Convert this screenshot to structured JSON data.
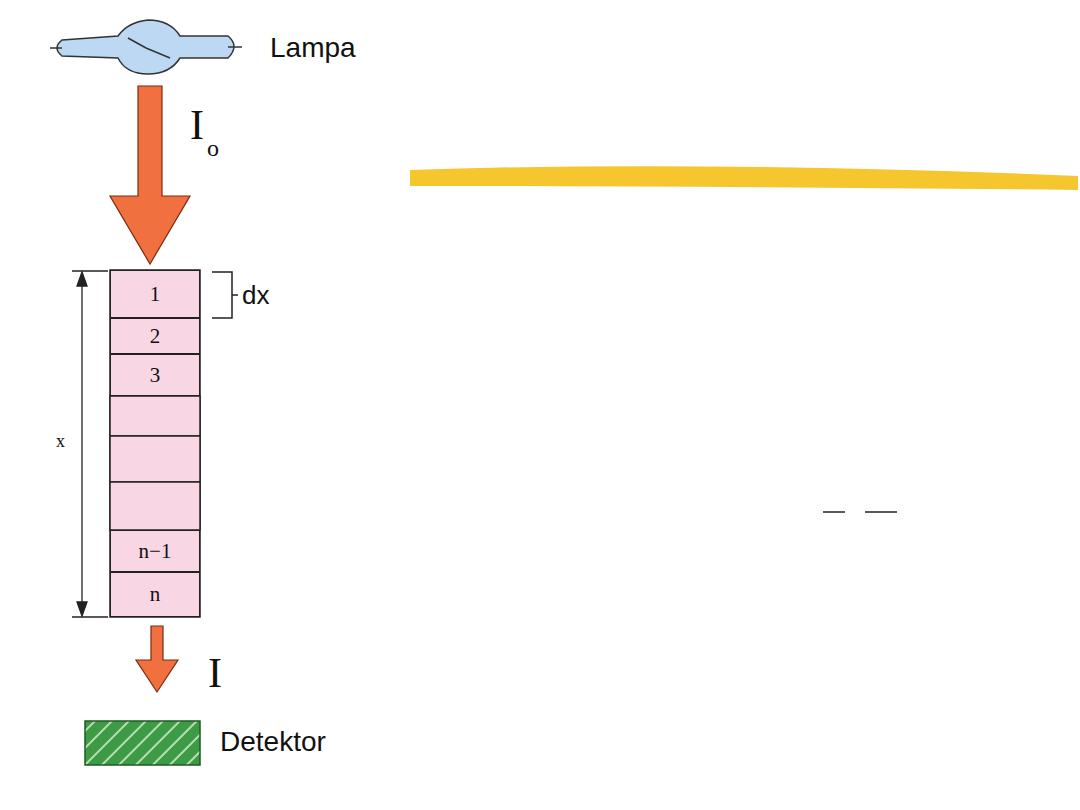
{
  "diagram": {
    "nodes": [
      {
        "text": [
          "1"
        ]
      },
      {
        "text": [
          "2"
        ]
      },
      {
        "text": [
          "3"
        ]
      },
      {
        "text": [
          "n−1"
        ]
      },
      {
        "text": [
          "n"
        ]
      }
    ],
    "labels": [
      "Lampa",
      "I",
      "o",
      "dx",
      "x",
      "I",
      "Detektor"
    ]
  }
}
